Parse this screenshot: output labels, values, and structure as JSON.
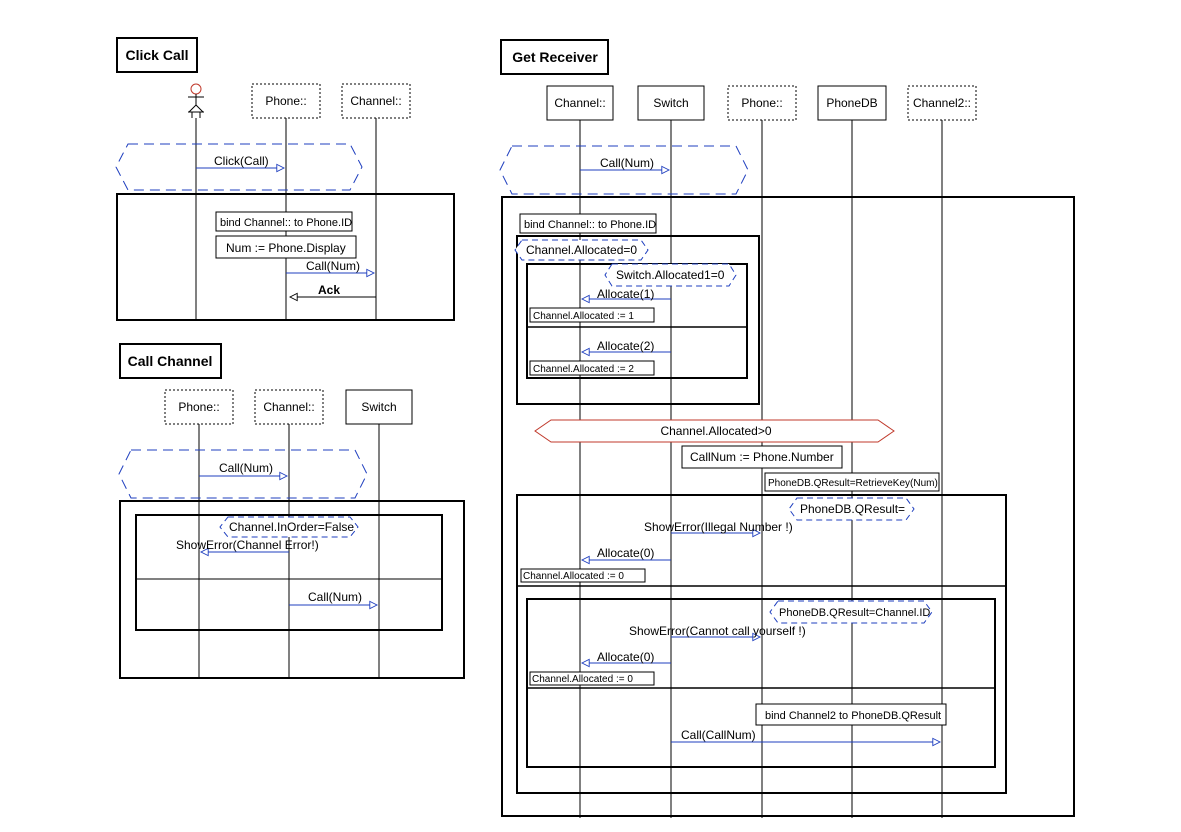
{
  "colors": {
    "line": "#000000",
    "guard": "#1f3fbf",
    "alt_guard": "#c0392b"
  },
  "click_call": {
    "title": "Click Call",
    "actor_icon": "stick-figure-icon",
    "lifelines": [
      "Phone::",
      "Channel::"
    ],
    "msg_click": "Click(Call)",
    "note_bind": "bind Channel:: to Phone.ID",
    "note_num": "Num := Phone.Display",
    "msg_call": "Call(Num)",
    "msg_ack": "Ack"
  },
  "call_channel": {
    "title": "Call Channel",
    "lifelines": [
      "Phone::",
      "Channel::",
      "Switch"
    ],
    "msg_call": "Call(Num)",
    "guard_inorder": "Channel.InOrder=False",
    "msg_showerror": "ShowError(Channel Error!)",
    "msg_call2": "Call(Num)"
  },
  "get_receiver": {
    "title": "Get Receiver",
    "lifelines": [
      "Channel::",
      "Switch",
      "Phone::",
      "PhoneDB",
      "Channel2::"
    ],
    "msg_call": "Call(Num)",
    "note_bind": "bind Channel:: to Phone.ID",
    "guard_allocated": "Channel.Allocated=0",
    "guard_switch": "Switch.Allocated1=0",
    "msg_alloc1": "Allocate(1)",
    "note_alloc1": "Channel.Allocated := 1",
    "msg_alloc2": "Allocate(2)",
    "note_alloc2": "Channel.Allocated := 2",
    "guard_allocated_gt": "Channel.Allocated>0",
    "note_callnum": "CallNum := Phone.Number",
    "note_qresult": "PhoneDB.QResult=RetrieveKey(Num)",
    "guard_qresult": "PhoneDB.QResult=",
    "msg_illegal": "ShowError(Illegal Number !)",
    "msg_alloc0a": "Allocate(0)",
    "note_alloc0a": "Channel.Allocated := 0",
    "guard_qresult_id": "PhoneDB.QResult=Channel.ID",
    "msg_cannot": "ShowError(Cannot call yourself !)",
    "msg_alloc0b": "Allocate(0)",
    "note_alloc0b": "Channel.Allocated := 0",
    "note_bind2": "bind Channel2 to PhoneDB.QResult",
    "msg_callnum": "Call(CallNum)"
  }
}
